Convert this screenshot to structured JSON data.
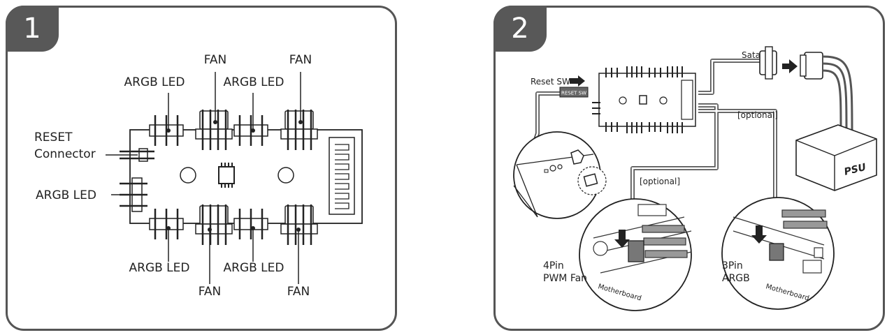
{
  "panel1": {
    "step": "1",
    "labels": {
      "fan_top_1": "FAN",
      "fan_top_2": "FAN",
      "argb_top_1": "ARGB LED",
      "argb_top_2": "ARGB LED",
      "reset_line1": "RESET",
      "reset_line2": "Connector",
      "argb_left": "ARGB LED",
      "argb_bottom_1": "ARGB LED",
      "argb_bottom_2": "ARGB LED",
      "fan_bottom_1": "FAN",
      "fan_bottom_2": "FAN"
    }
  },
  "panel2": {
    "step": "2",
    "labels": {
      "reset_sw": "Reset SW",
      "reset_sw_chip": "RESET SW",
      "sata": "Sata",
      "optional_1": "[optional]",
      "optional_2": "[optional]",
      "psu": "PSU",
      "pwm_line1": "4Pin",
      "pwm_line2": "PWM Fan",
      "motherboard_1": "Motherboard",
      "argb_line1": "3Pin",
      "argb_line2": "ARGB",
      "motherboard_2": "Motherboard"
    }
  }
}
